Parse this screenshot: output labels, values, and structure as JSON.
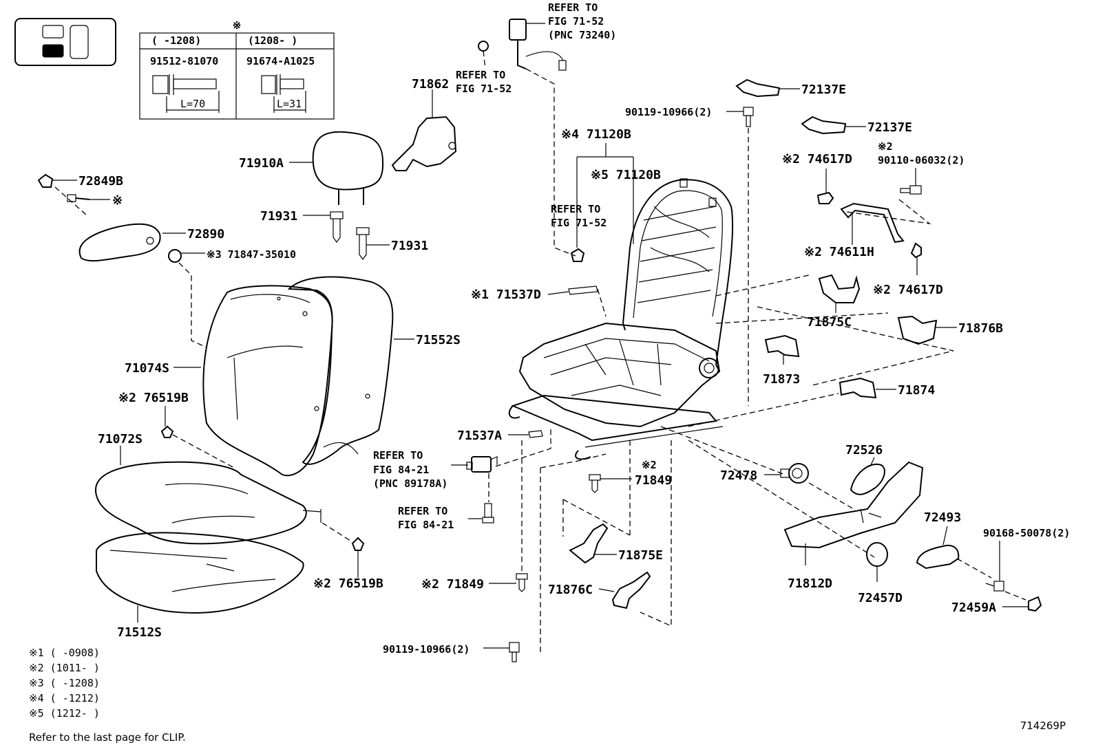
{
  "figure_id": "714269P",
  "footer_note": "Refer to the last page for CLIP.",
  "bolt_table": {
    "mark": "※",
    "col1_range": "(      -1208)",
    "col2_range": "(1208-      )",
    "col1_part": "91512-81070",
    "col2_part": "91674-A1025",
    "col1_length": "L=70",
    "col2_length": "L=31"
  },
  "date_notes": [
    "※1 (      -0908)",
    "※2 (1011-      )",
    "※3 (      -1208)",
    "※4 (      -1212)",
    "※5 (1212-      )"
  ],
  "references": {
    "ref_a1": "REFER TO",
    "ref_a2": "FIG 71-52",
    "ref_a3": "(PNC 73240)",
    "ref_b1": "REFER TO",
    "ref_b2": "FIG 71-52",
    "ref_c1": "REFER TO",
    "ref_c2": "FIG 71-52",
    "ref_d1": "REFER TO",
    "ref_d2": "FIG 84-21",
    "ref_d3": "(PNC 89178A)",
    "ref_e1": "REFER TO",
    "ref_e2": "FIG 84-21"
  },
  "labels": {
    "p71862": "71862",
    "p71910A": "71910A",
    "p71931a": "71931",
    "p71931b": "71931",
    "p72849B": "72849B",
    "p72849B_mark": "※",
    "p72890": "72890",
    "p71847": "※3 71847-35010",
    "p71074S": "71074S",
    "p71552S": "71552S",
    "p76519B_top": "※2 76519B",
    "p71072S": "71072S",
    "p76519B_bot": "※2 76519B",
    "p71512S": "71512S",
    "p71120B_4": "※4 71120B",
    "p71120B_5": "※5 71120B",
    "p71537D": "※1 71537D",
    "p71537A": "71537A",
    "p71849a_mark": "※2",
    "p71849a": "71849",
    "p71849b": "※2 71849",
    "p71875E": "71875E",
    "p71876C": "71876C",
    "p90119_bot": "90119-10966(2)",
    "p90119_top": "90119-10966(2)",
    "p72137E_a": "72137E",
    "p72137E_b": "72137E",
    "p74617D_top": "※2 74617D",
    "p90110_mark": "※2",
    "p90110": "90110-06032(2)",
    "p74611H": "※2 74611H",
    "p74617D_bot": "※2 74617D",
    "p71875C": "71875C",
    "p71876B": "71876B",
    "p71873": "71873",
    "p71874": "71874",
    "p72526": "72526",
    "p72478": "72478",
    "p72493": "72493",
    "p90168": "90168-50078(2)",
    "p71812D": "71812D",
    "p72457D": "72457D",
    "p72459A": "72459A"
  }
}
